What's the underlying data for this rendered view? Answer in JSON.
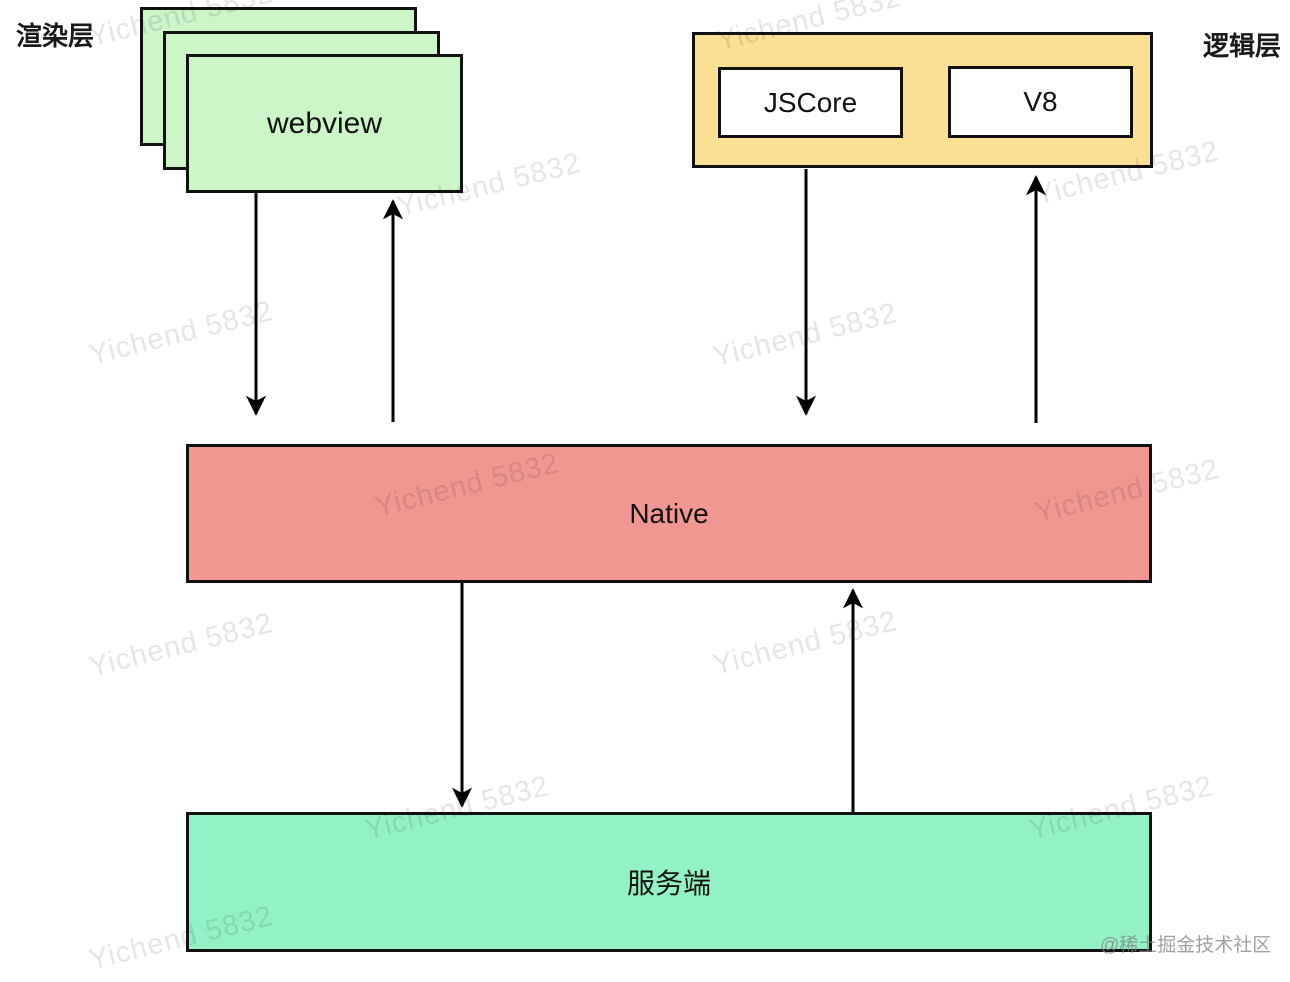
{
  "labels": {
    "rendering_layer": "渲染层",
    "logic_layer": "逻辑层"
  },
  "boxes": {
    "webview": {
      "label": "webview",
      "fill": "#ccf5c8",
      "stack_count": 3
    },
    "logic_container": {
      "fill": "#fbdf93",
      "engines": [
        {
          "label": "JSCore"
        },
        {
          "label": "V8"
        }
      ]
    },
    "native": {
      "label": "Native",
      "fill": "#f09792"
    },
    "server": {
      "label": "服务端",
      "fill": "#93f2c5"
    }
  },
  "arrows": [
    {
      "from": "webview",
      "to": "native",
      "direction": "down"
    },
    {
      "from": "native",
      "to": "webview",
      "direction": "up"
    },
    {
      "from": "logic-layer",
      "to": "native",
      "direction": "down"
    },
    {
      "from": "native",
      "to": "logic-layer",
      "direction": "up"
    },
    {
      "from": "native",
      "to": "server",
      "direction": "down"
    },
    {
      "from": "server",
      "to": "native",
      "direction": "up"
    }
  ],
  "watermark": {
    "text": "Yichend 5832"
  },
  "credit": {
    "text": "@稀土掘金技术社区"
  }
}
